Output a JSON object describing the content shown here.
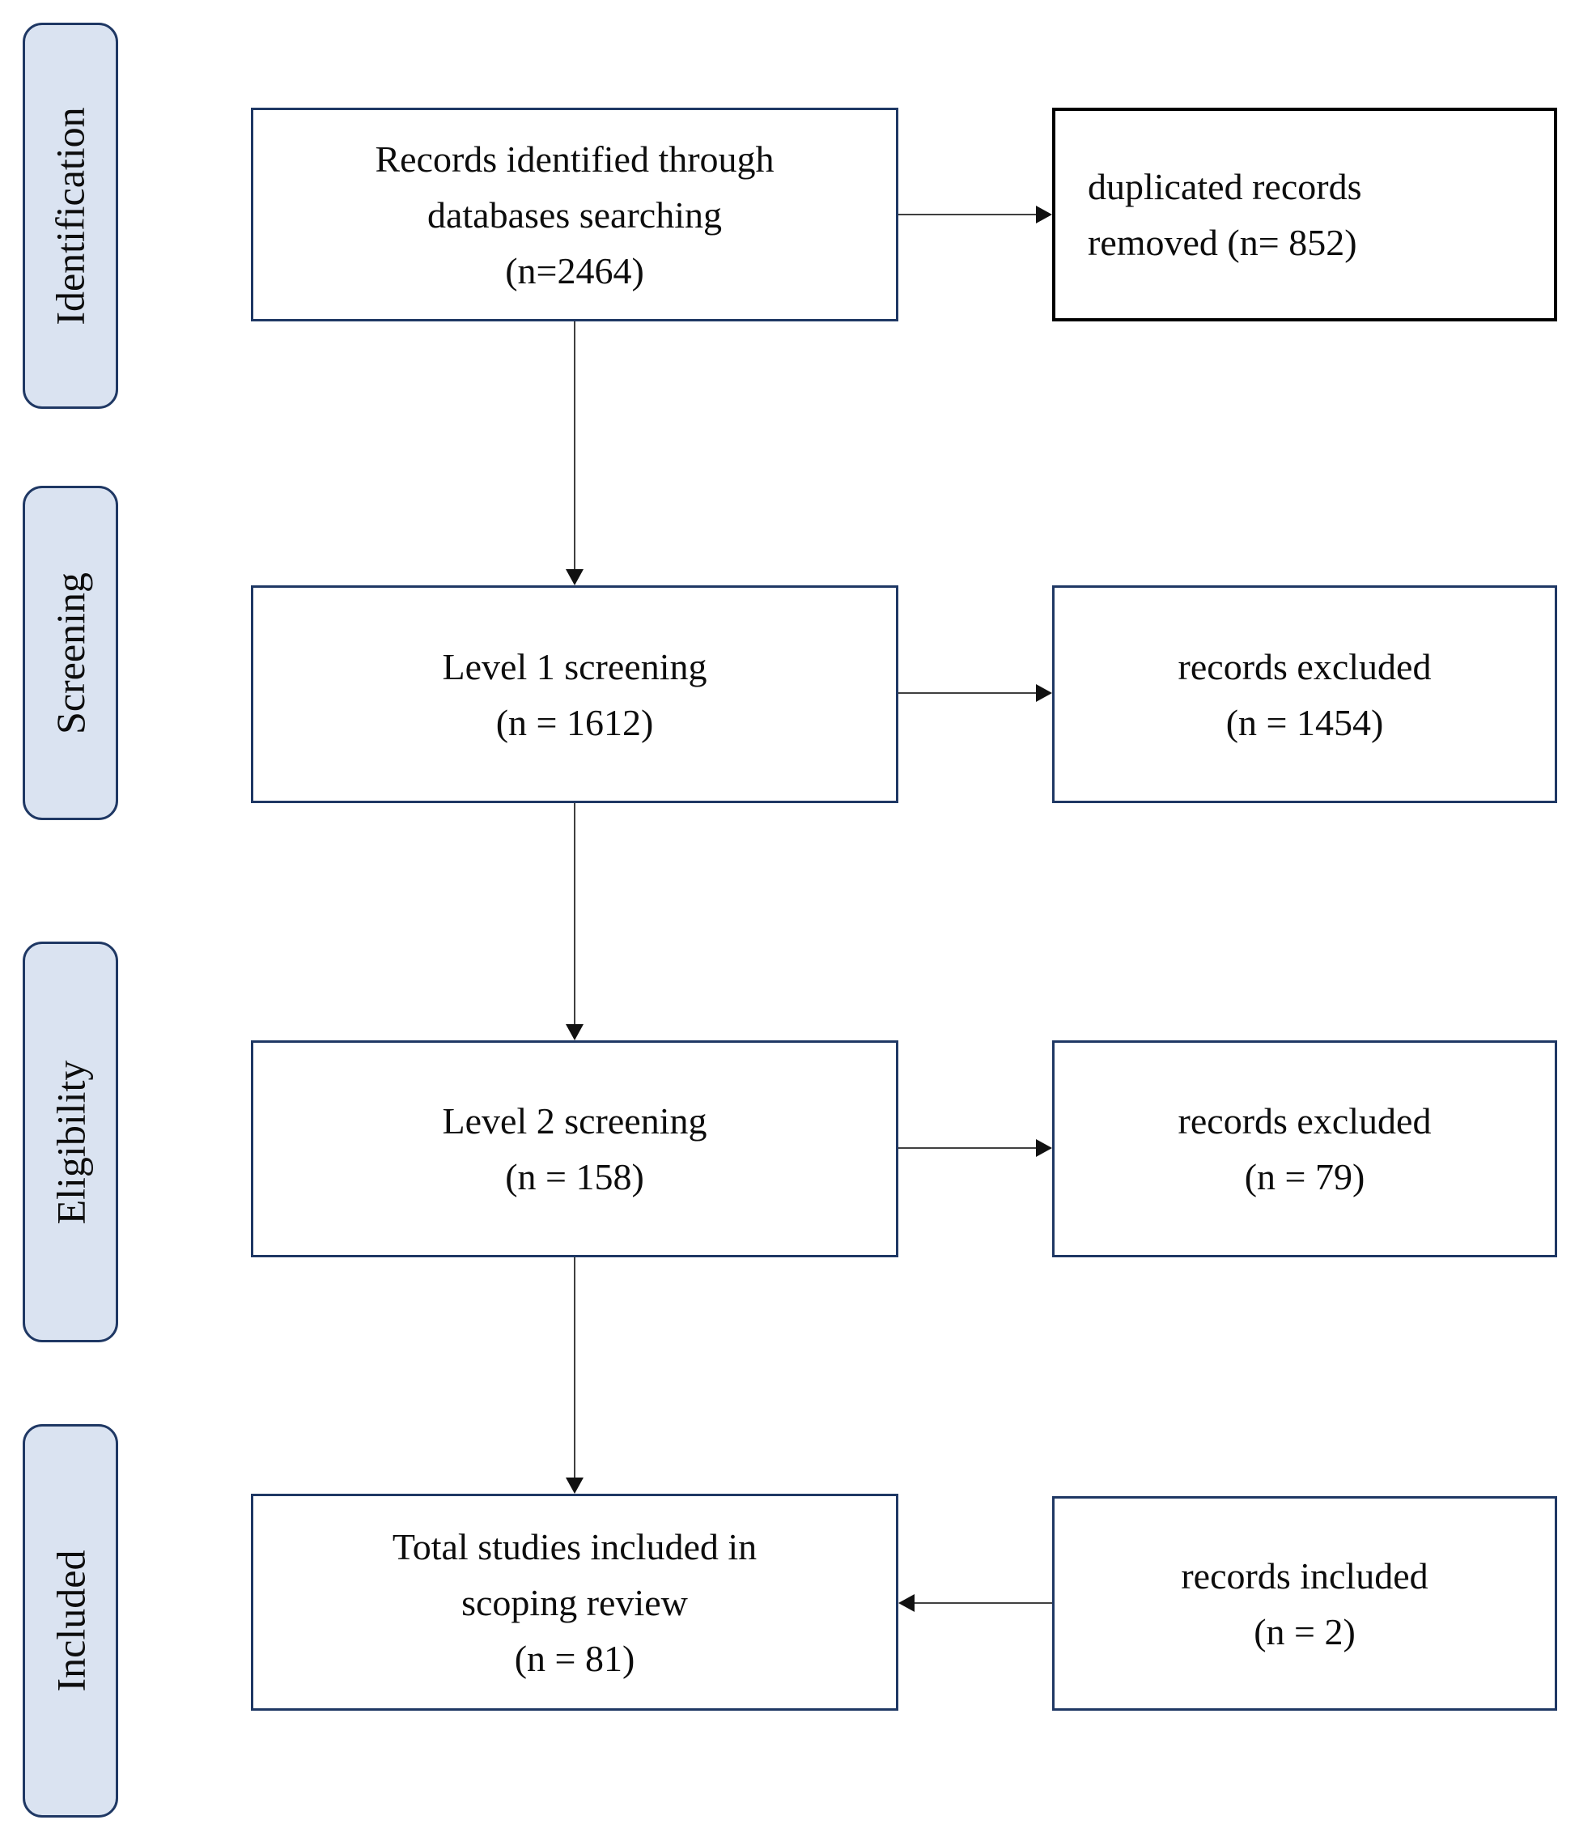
{
  "figure": {
    "type": "prisma-flow-diagram",
    "description": "Scoping review study selection flow diagram"
  },
  "stages": [
    {
      "label": "Identification"
    },
    {
      "label": "Screening"
    },
    {
      "label": "Eligibility"
    },
    {
      "label": "Included"
    }
  ],
  "main_boxes": [
    {
      "lines": [
        "Records identified through",
        "databases searching",
        "(n=2464)"
      ],
      "n": 2464
    },
    {
      "lines": [
        "Level 1 screening",
        "(n = 1612)"
      ],
      "n": 1612
    },
    {
      "lines": [
        "Level 2 screening",
        "(n = 158)"
      ],
      "n": 158
    },
    {
      "lines": [
        "Total studies included in",
        "scoping review",
        "(n = 81)"
      ],
      "n": 81
    }
  ],
  "side_boxes": [
    {
      "lines": [
        "duplicated records",
        "removed (n= 852)"
      ],
      "n": 852,
      "arrow_direction": "right"
    },
    {
      "lines": [
        "records excluded",
        "(n = 1454)"
      ],
      "n": 1454,
      "arrow_direction": "right"
    },
    {
      "lines": [
        "records excluded",
        "(n = 79)"
      ],
      "n": 79,
      "arrow_direction": "right"
    },
    {
      "lines": [
        "records included",
        "(n = 2)"
      ],
      "n": 2,
      "arrow_direction": "left"
    }
  ],
  "colors": {
    "background": "#ffffff",
    "box_border": "#1f3864",
    "duplicates_box_border": "#000000",
    "stage_fill": "#dae3f1",
    "stage_border": "#1f3864",
    "arrow_shaft": "#404040",
    "arrow_head": "#111111",
    "text": "#0d0d0d"
  }
}
